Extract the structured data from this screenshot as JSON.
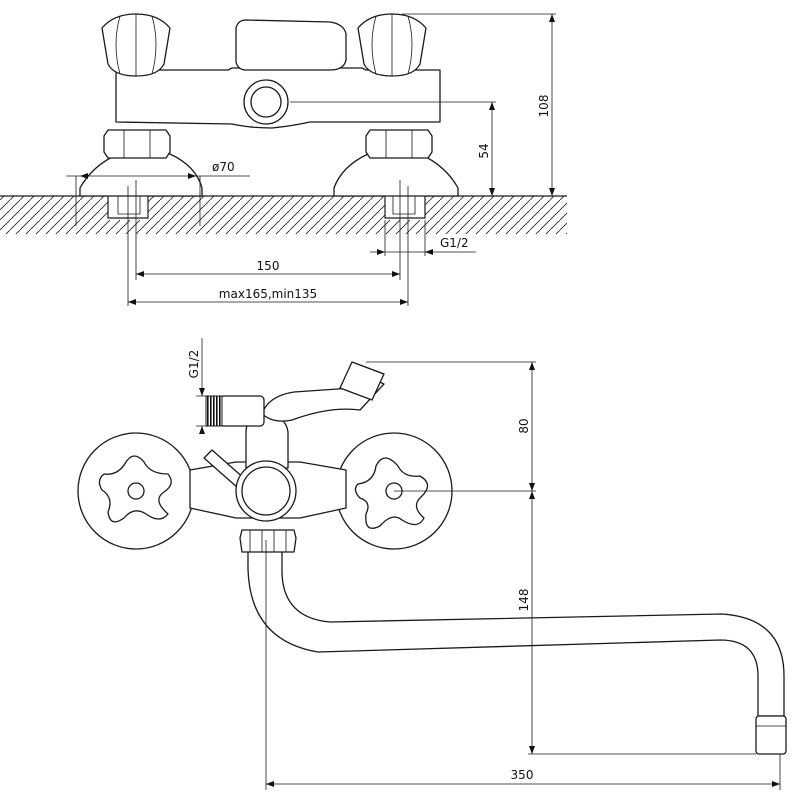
{
  "colors": {
    "line": "#1a1a1a",
    "background": "#ffffff",
    "hatch": "#222222"
  },
  "top_view": {
    "dim_height_total": "108",
    "dim_height_outlet": "54",
    "dim_escutcheon_diameter": "ø70",
    "dim_thread": "G1/2",
    "dim_center_distance": "150",
    "dim_adjust_range": "max165,min135"
  },
  "front_view": {
    "dim_thread": "G1/2",
    "dim_lever_height": "80",
    "dim_spout_drop": "148",
    "dim_spout_reach": "350"
  }
}
